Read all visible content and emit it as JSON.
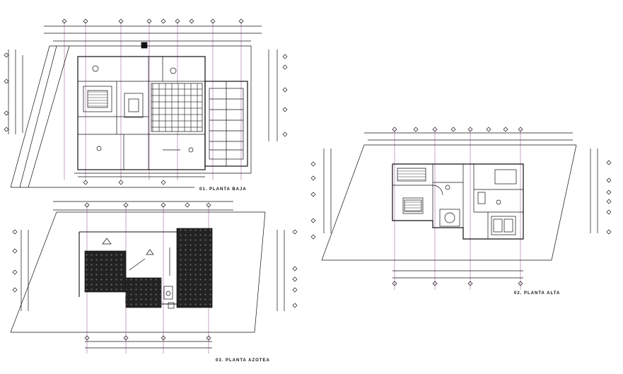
{
  "drawing": {
    "plans": [
      {
        "id": "planta-baja",
        "title": "01. PLANTA BAJA"
      },
      {
        "id": "planta-azotea",
        "title": "03. PLANTA AZOTEA"
      },
      {
        "id": "planta-alta",
        "title": "02. PLANTA ALTA"
      }
    ],
    "colors": {
      "line": "#111111",
      "axis": "#7a1d6e",
      "hatch": "#1a1a1a",
      "paper": "#ffffff"
    }
  }
}
